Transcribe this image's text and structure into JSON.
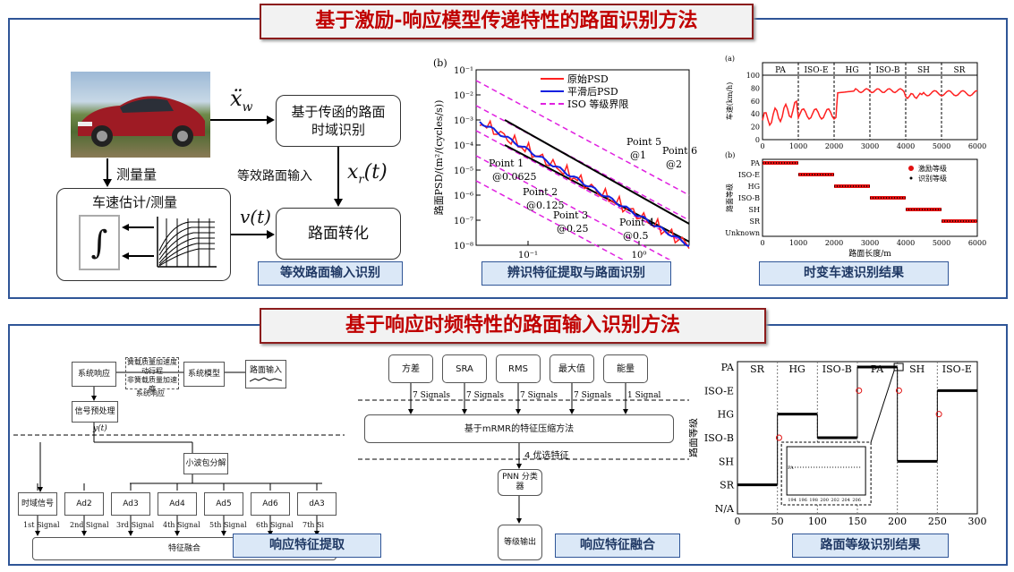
{
  "top_title": "基于激励-响应模型传递特性的路面识别方法",
  "bottom_title": "基于响应时频特性的路面输入识别方法",
  "captions": {
    "equiv_input": "等效路面输入识别",
    "feature_ident": "辨识特征提取与路面识别",
    "speed_result": "时变车速识别结果",
    "response_feature": "响应特征提取",
    "feature_fusion": "响应特征融合",
    "grade_result": "路面等级识别结果"
  },
  "flow_top": {
    "xw_label": "ẍ",
    "xw_sub": "w",
    "box_transfer_line1": "基于传函的路面",
    "box_transfer_line2": "时域识别",
    "measure_label": "测量量",
    "equiv_input_label": "等效路面输入",
    "xr_label": "x",
    "xr_sub": "r",
    "xr_arg": "(t)",
    "speed_box_title": "车速估计/测量",
    "integral": "∫",
    "v_label": "v(t)",
    "road_convert": "路面转化"
  },
  "psd_chart": {
    "panel": "(b)",
    "ylabel": "路面PSD/(m²/(cycles/s))",
    "legend": [
      "原始PSD",
      "平滑后PSD",
      "ISO 等级界限"
    ],
    "y_ticks": [
      "10⁻¹",
      "10⁻²",
      "10⁻³",
      "10⁻⁴",
      "10⁻⁵",
      "10⁻⁶",
      "10⁻⁷",
      "10⁻⁸"
    ],
    "x_ticks": [
      "10⁻¹",
      "10⁰"
    ],
    "points": [
      {
        "name": "Point 1",
        "val": "@0.0625"
      },
      {
        "name": "Point 2",
        "val": "@0.125"
      },
      {
        "name": "Point 3",
        "val": "@0.25"
      },
      {
        "name": "Point 4",
        "val": "@0.5"
      },
      {
        "name": "Point 5",
        "val": "@1"
      },
      {
        "name": "Point 6",
        "val": "@2"
      }
    ]
  },
  "speed_chart": {
    "panel_a": "(a)",
    "panel_b": "(b)",
    "ylabel_a": "车速(km/h)",
    "ylabel_b": "路面等级",
    "xlabel": "路面长度/m",
    "segments": [
      "PA",
      "ISO-E",
      "HG",
      "ISO-B",
      "SH",
      "SR"
    ],
    "y_ticks_a": [
      "100",
      "80",
      "60",
      "40",
      "20",
      "0"
    ],
    "x_ticks": [
      "0",
      "1000",
      "2000",
      "3000",
      "4000",
      "5000",
      "6000"
    ],
    "y_ticks_b": [
      "PA",
      "ISO-E",
      "HG",
      "ISO-B",
      "SH",
      "SR",
      "Unknown"
    ],
    "legend": [
      "激励等级",
      "识别等级"
    ]
  },
  "flow_bottom_left": {
    "sys_response": "系统响应",
    "sys_model": "系统模型",
    "road_input": "路面输入",
    "dashed_lines": [
      "簧载质量加速度",
      "动行程",
      "非簧载质量加速度"
    ],
    "sys_response2": "系统响应",
    "preprocess": "信号预处理",
    "yt": "y(t)",
    "wavelet": "小波包分解",
    "signals": [
      "时域信号",
      "Ad2",
      "Ad3",
      "Ad4",
      "Ad5",
      "Ad6",
      "dA3"
    ],
    "signal_labels": [
      "1st Signal",
      "2nd Signal",
      "3rd Signal",
      "4th Signal",
      "5th Signal",
      "6th Signal",
      "7th Si"
    ],
    "fusion": "特征融合"
  },
  "flow_bottom_mid": {
    "features": [
      "方差",
      "SRA",
      "RMS",
      "最大值",
      "能量"
    ],
    "counts": [
      "7 Signals",
      "7 Signals",
      "7 Signals",
      "7 Signals",
      "1 Signal"
    ],
    "mrmr": "基于mRMR的特征压缩方法",
    "optimal": "4 优选特征",
    "pnn": "PNN 分类器",
    "output": "等级输出"
  },
  "grade_chart": {
    "ylabel": "路面等级",
    "y_ticks": [
      "PA",
      "ISO-E",
      "HG",
      "ISO-B",
      "SH",
      "SR",
      "N/A"
    ],
    "x_ticks": [
      "0",
      "50",
      "100",
      "150",
      "200",
      "250",
      "300"
    ],
    "segments": [
      "SR",
      "HG",
      "ISO-B",
      "PA",
      "SH",
      "ISO-E"
    ],
    "inset_ticks": [
      "194",
      "196",
      "198",
      "200",
      "202",
      "204",
      "206"
    ],
    "inset_label": "PA"
  }
}
